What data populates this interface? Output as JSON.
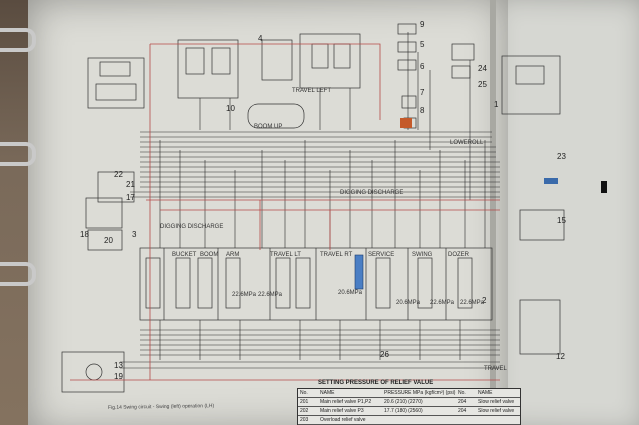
{
  "caption": "Fig.14 Swing circuit - Swing (left) operation (LH)",
  "numbers": [
    "9",
    "5",
    "6",
    "7",
    "8",
    "24",
    "25",
    "1",
    "4",
    "10",
    "22",
    "21",
    "17",
    "18",
    "20",
    "13",
    "19",
    "23",
    "15",
    "3",
    "26",
    "2",
    "12"
  ],
  "labels": {
    "travel_left": "TRAVEL LEFT",
    "boom_up": "BOOM UP",
    "digging_discharge": "DIGGING DISCHARGE",
    "boom_discharge": "DIGGING DISCHARGE",
    "bucket": "BUCKET",
    "boom": "BOOM",
    "arm": "ARM",
    "travel_lt": "TRAVEL LT",
    "service": "SERVICE",
    "swing": "SWING",
    "dozer": "DOZER",
    "travel_rt": "TRAVEL RT",
    "loweroll": "LOWEROLL",
    "travel_bottom": "TRAVEL"
  },
  "pressures": [
    "22.6MPa",
    "22.6MPa",
    "20.6MPa",
    "20.6MPa",
    "22.6MPa",
    "22.6MPa"
  ],
  "table": {
    "title": "SETTING PRESSURE OF RELIEF VALUE",
    "headers": [
      "No.",
      "NAME",
      "PRESSURE MPa (kgf/cm²) (psi)",
      "No.",
      "NAME"
    ],
    "rows": [
      [
        "201",
        "Main relief valve P1,P2",
        "20.6 (210) (2270)",
        "204",
        "Slow relief valve"
      ],
      [
        "202",
        "Main relief valve P3",
        "17.7 (180) (2560)",
        "204",
        "Slow relief valve"
      ],
      [
        "203",
        "Overload relief valve",
        "",
        "",
        ""
      ]
    ]
  }
}
